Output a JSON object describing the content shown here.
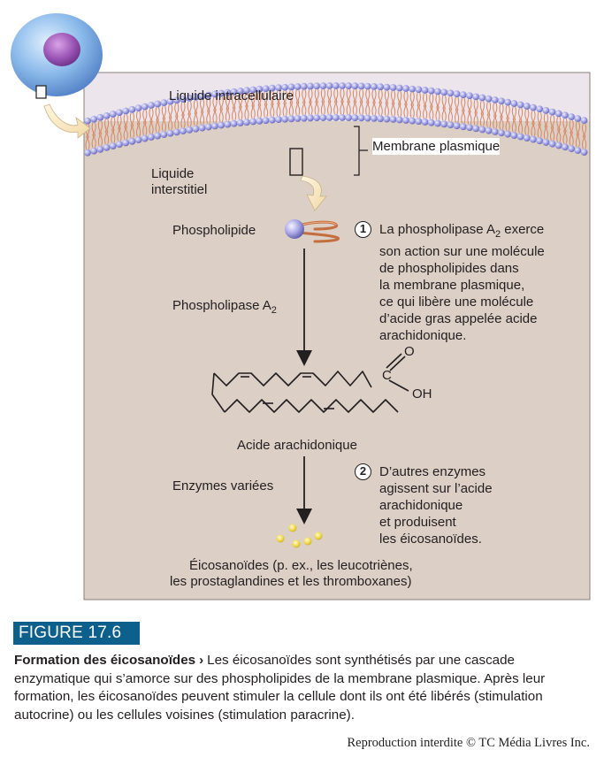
{
  "labels": {
    "intracellular": "Liquide intracellulaire",
    "membrane": "Membrane plasmique",
    "interstitial_1": "Liquide",
    "interstitial_2": "interstitiel",
    "phospholipid": "Phospholipide",
    "enzyme1_main": "Phospholipase A",
    "enzyme1_sub": "2",
    "arachidonic": "Acide arachidonique",
    "enzymes_various": "Enzymes variées",
    "eicosanoids_1": "Éicosanoïdes (p. ex., les leucotriènes,",
    "eicosanoids_2": "les prostaglandines et les thromboxanes)",
    "atom_o": "O",
    "atom_c": "C",
    "atom_oh": "OH"
  },
  "steps": [
    {
      "number": "1",
      "line1_pre": "La phospholipase A",
      "line1_sub": "2",
      "line1_post": " exerce",
      "lines": [
        "son action sur une molécule",
        "de phospholipides dans",
        "la membrane plasmique,",
        "ce qui libère une molécule",
        "d’acide gras appelée acide",
        "arachidonique."
      ]
    },
    {
      "number": "2",
      "lines": [
        "D’autres enzymes",
        "agissent sur l’acide",
        "arachidonique",
        "et produisent",
        "les éicosanoïdes."
      ]
    }
  ],
  "figure": {
    "badge": "FIGURE 17.6",
    "title": "Formation des éicosanoïdes",
    "chevron": "›",
    "text": "Les éicosanoïdes sont synthétisés par une cascade enzymatique qui s’amorce sur des phospholipides de la membrane plasmique. Après leur formation, les éicosanoïdes peuvent stimuler la cellule dont ils ont été libérés (stimulation autocrine) ou les cellules voisines (stimulation paracrine)."
  },
  "copyright": "Reproduction interdite © TC Média Livres Inc.",
  "colors": {
    "interstitial_bg": "#dccfc5",
    "intracellular_bg": "#ece6ec",
    "head_blue": "#8e8fd4",
    "tail_orange": "#d9865f",
    "badge_blue": "#0d5f8c",
    "cell_blue": "#7fb0e6",
    "nucleus_purple": "#8d4aa8",
    "eicosanoid_yellow": "#f2dd4c"
  }
}
